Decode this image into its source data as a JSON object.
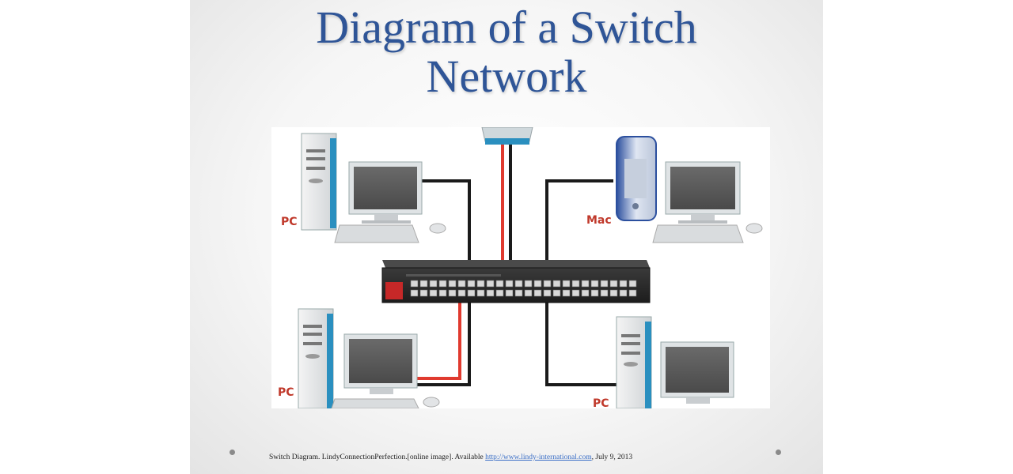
{
  "slide": {
    "title_line1": "Diagram of a Switch",
    "title_line2": "Network"
  },
  "diagram": {
    "labels": {
      "top_left": "PC",
      "top_right": "Mac",
      "bottom_left": "PC",
      "bottom_right": "PC"
    },
    "colors": {
      "uplink_cable": "#e03a2f",
      "cable": "#1a1a1a",
      "switch_body": "#2a2a2a",
      "screen": "#555555",
      "tower_accent": "#2a8fbf"
    }
  },
  "caption": {
    "text_before": "Switch Diagram. LindyConnectionPerfection.[online image]. Available ",
    "link": "http://www.lindy-international.com",
    "text_after": ", July 9, 2013"
  }
}
